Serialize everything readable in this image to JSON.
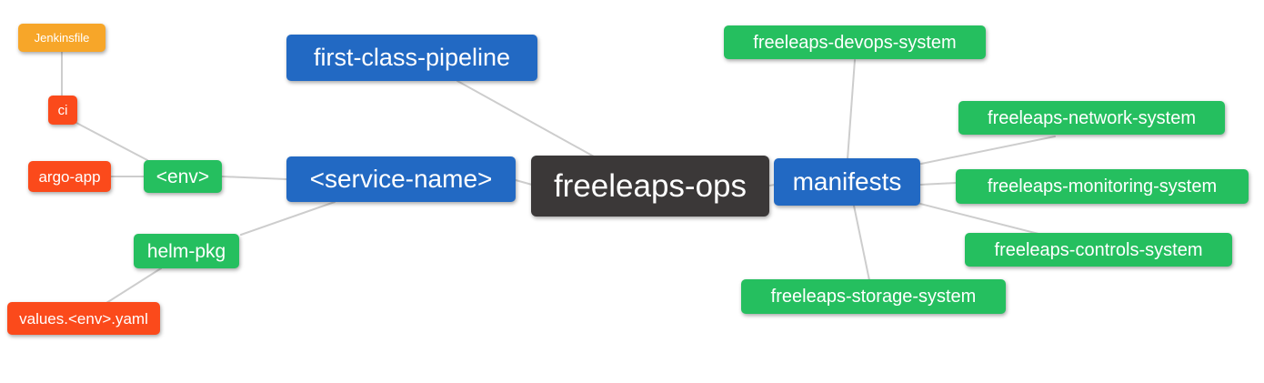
{
  "diagram": {
    "title": "freeleaps-ops mind map",
    "background_color": "#ffffff",
    "edge_color": "#cdcdcd",
    "palette": {
      "branch_blue": "#2269c3",
      "leaf_green": "#25bf5f",
      "leaf_red": "#fb4a1b",
      "leaf_orange": "#f7a629",
      "root_dark": "#3b3838",
      "node_text": "#ffffff"
    },
    "nodes": {
      "jenkinsfile": {
        "label": "Jenkinsfile",
        "color": "#f7a629"
      },
      "ci": {
        "label": "ci",
        "color": "#fb4a1b"
      },
      "argo_app": {
        "label": "argo-app",
        "color": "#fb4a1b"
      },
      "env": {
        "label": "<env>",
        "color": "#25bf5f"
      },
      "first_class_pipeline": {
        "label": "first-class-pipeline",
        "color": "#2269c3"
      },
      "service_name": {
        "label": "<service-name>",
        "color": "#2269c3"
      },
      "freeleaps_ops": {
        "label": "freeleaps-ops",
        "color": "#3b3838"
      },
      "manifests": {
        "label": "manifests",
        "color": "#2269c3"
      },
      "helm_pkg": {
        "label": "helm-pkg",
        "color": "#25bf5f"
      },
      "values_env_yaml": {
        "label": "values.<env>.yaml",
        "color": "#fb4a1b"
      },
      "devops_system": {
        "label": "freeleaps-devops-system",
        "color": "#25bf5f"
      },
      "network_system": {
        "label": "freeleaps-network-system",
        "color": "#25bf5f"
      },
      "monitoring_system": {
        "label": "freeleaps-monitoring-system",
        "color": "#25bf5f"
      },
      "controls_system": {
        "label": "freeleaps-controls-system",
        "color": "#25bf5f"
      },
      "storage_system": {
        "label": "freeleaps-storage-system",
        "color": "#25bf5f"
      }
    },
    "edges": [
      [
        "jenkinsfile",
        "ci"
      ],
      [
        "ci",
        "env"
      ],
      [
        "argo_app",
        "env"
      ],
      [
        "env",
        "service_name"
      ],
      [
        "helm_pkg",
        "service_name"
      ],
      [
        "values_env_yaml",
        "helm_pkg"
      ],
      [
        "first_class_pipeline",
        "freeleaps_ops"
      ],
      [
        "service_name",
        "freeleaps_ops"
      ],
      [
        "freeleaps_ops",
        "manifests"
      ],
      [
        "manifests",
        "devops_system"
      ],
      [
        "manifests",
        "network_system"
      ],
      [
        "manifests",
        "monitoring_system"
      ],
      [
        "manifests",
        "controls_system"
      ],
      [
        "manifests",
        "storage_system"
      ]
    ]
  }
}
